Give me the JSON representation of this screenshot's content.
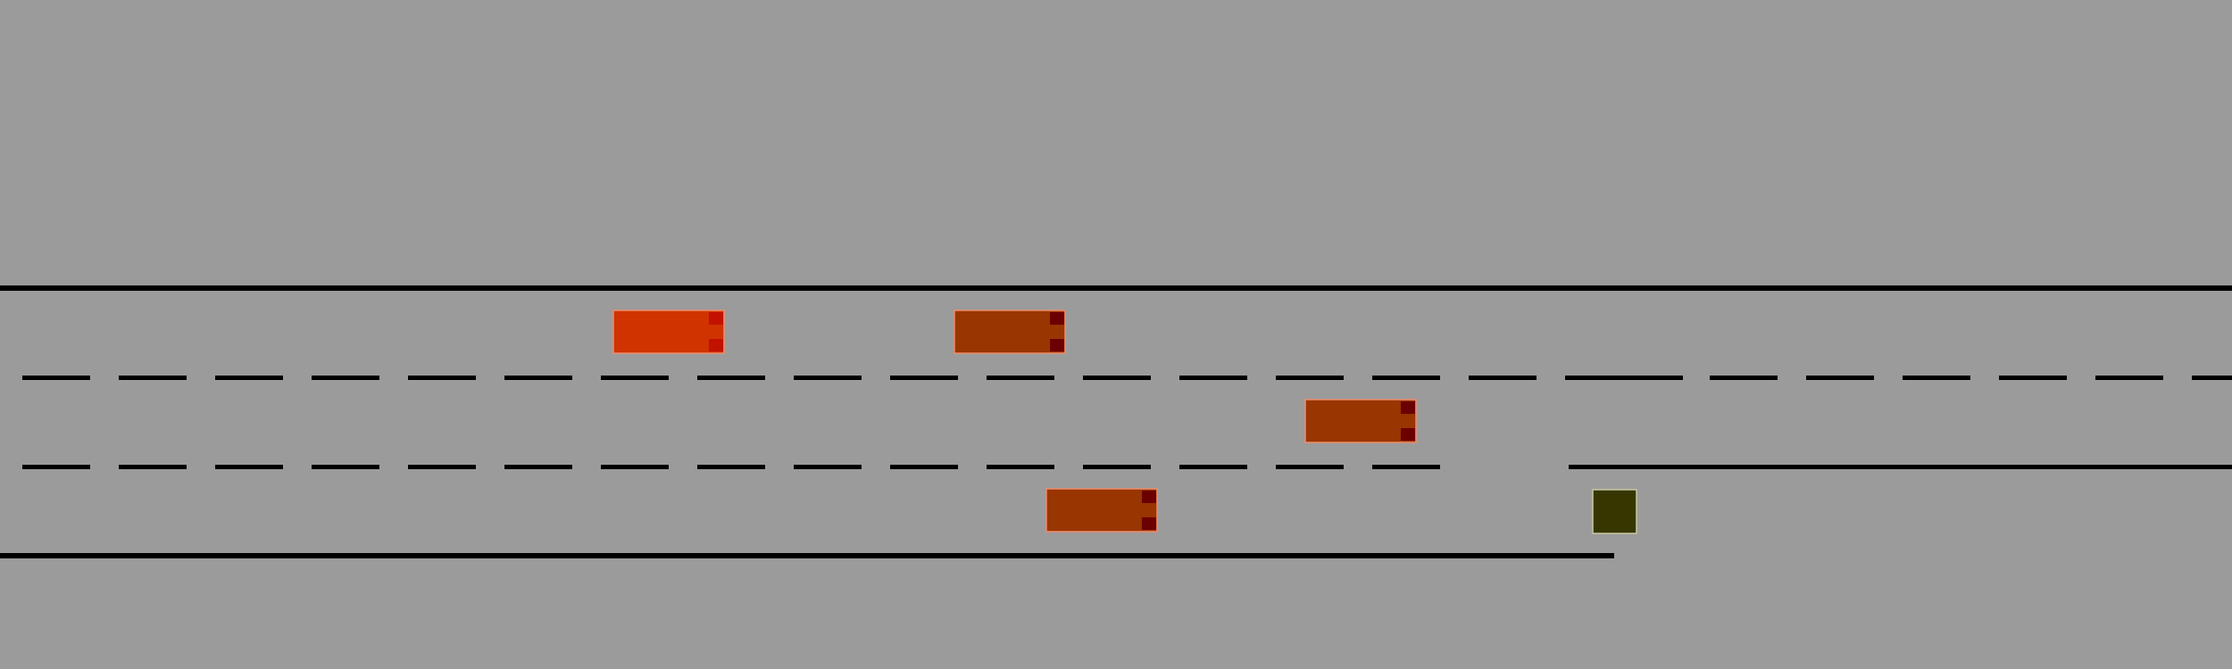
{
  "colors": {
    "background": "#9b9b9b",
    "road_line": "#000000",
    "ego_car": "#d03300",
    "ego_car_lights": "#c21100",
    "other_car": "#993500",
    "other_car_lights": "#6b0000",
    "car_outline": "#f08c6a",
    "obstacle": "#363600",
    "obstacle_outline": "#c8c8a0"
  },
  "road": {
    "lanes": 3,
    "merge_lane_ends": true
  },
  "vehicles": [
    {
      "id": "ego",
      "role": "ego",
      "lane": 1,
      "icon": "car-icon"
    },
    {
      "id": "car-lane1-ahead",
      "role": "other",
      "lane": 1,
      "icon": "car-icon"
    },
    {
      "id": "car-lane2",
      "role": "other",
      "lane": 2,
      "icon": "car-icon"
    },
    {
      "id": "car-lane3",
      "role": "other",
      "lane": 3,
      "icon": "car-icon"
    }
  ],
  "obstacles": [
    {
      "id": "lane-end-obstacle",
      "lane": 3,
      "icon": "obstacle-icon"
    }
  ]
}
